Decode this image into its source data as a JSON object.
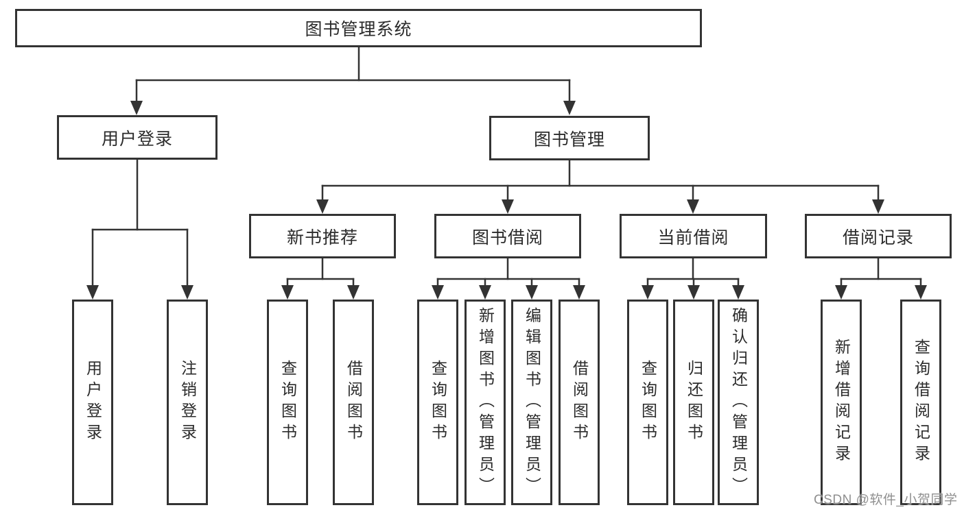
{
  "diagram": {
    "root": {
      "label": "图书管理系统"
    },
    "branches": [
      {
        "id": "user-login",
        "label": "用户登录",
        "children": [
          {
            "label": "用户登录"
          },
          {
            "label": "注销登录"
          }
        ]
      },
      {
        "id": "book-management",
        "label": "图书管理",
        "groups": [
          {
            "label": "新书推荐",
            "children": [
              {
                "label": "查询图书"
              },
              {
                "label": "借阅图书"
              }
            ]
          },
          {
            "label": "图书借阅",
            "children": [
              {
                "label": "查询图书"
              },
              {
                "label": "新增图书（管理员）"
              },
              {
                "label": "编辑图书（管理员）"
              },
              {
                "label": "借阅图书"
              }
            ]
          },
          {
            "label": "当前借阅",
            "children": [
              {
                "label": "查询图书"
              },
              {
                "label": "归还图书"
              },
              {
                "label": "确认归还（管理员）"
              }
            ]
          },
          {
            "label": "借阅记录",
            "children": [
              {
                "label": "新增借阅记录"
              },
              {
                "label": "查询借阅记录"
              }
            ]
          }
        ]
      }
    ]
  },
  "watermark": {
    "text": "CSDN @软件_小贺同学"
  },
  "colors": {
    "line": "#333333",
    "border": "#333333",
    "text": "#2b2b2b",
    "watermark": "#8f8f8f",
    "background": "#ffffff"
  }
}
